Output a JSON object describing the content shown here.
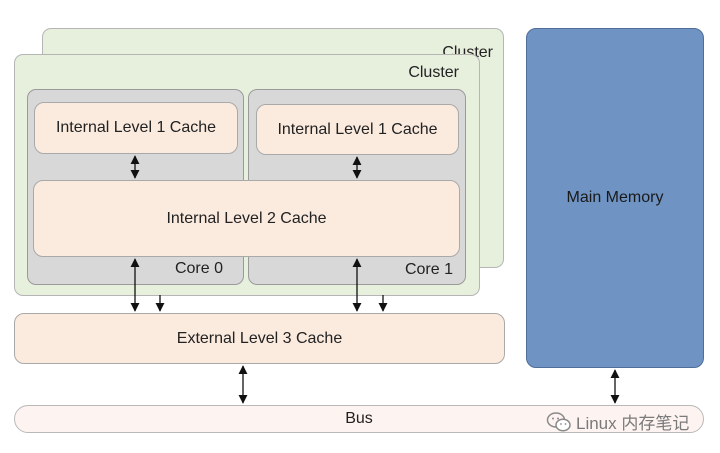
{
  "clusters": {
    "back_label": "Cluster",
    "front_label": "Cluster"
  },
  "cores": [
    {
      "label": "Core 0",
      "l1": "Internal Level 1 Cache"
    },
    {
      "label": "Core 1",
      "l1": "Internal Level 1 Cache"
    }
  ],
  "l2": "Internal Level 2 Cache",
  "l3": "External Level 3 Cache",
  "memory": "Main Memory",
  "bus": "Bus",
  "watermark": "Linux 内存笔记",
  "colors": {
    "cluster": "#e7efdd",
    "core": "#d8d8d8",
    "cache": "#fbebdf",
    "memory": "#6f93c2",
    "bus": "#fdf3f1"
  }
}
